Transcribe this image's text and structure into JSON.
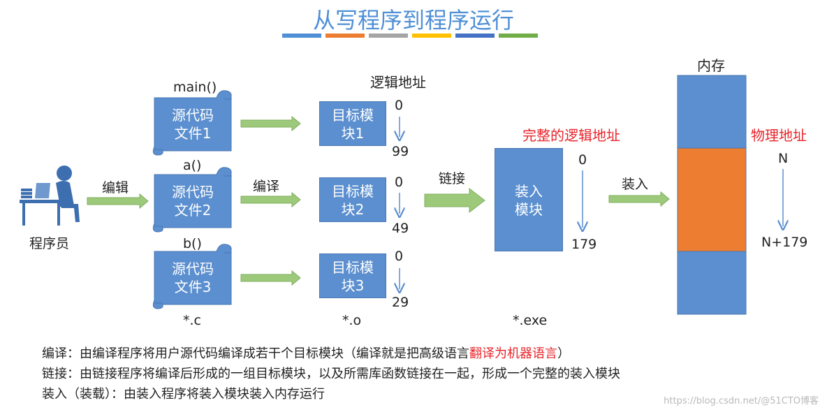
{
  "title": "从写程序到程序运行",
  "title_bar_colors": [
    "#4f8fd6",
    "#ec7d31",
    "#a5a5a5",
    "#ffc000",
    "#4472c4",
    "#70ad47"
  ],
  "programmer": {
    "label": "程序员",
    "icon": "programmer-at-desk-icon"
  },
  "step_labels": {
    "edit": "编辑",
    "compile": "编译",
    "link": "链接",
    "load": "装入"
  },
  "source_files": [
    {
      "func": "main()",
      "name_line1": "源代码",
      "name_line2": "文件1"
    },
    {
      "func": "a()",
      "name_line1": "源代码",
      "name_line2": "文件2"
    },
    {
      "func": "b()",
      "name_line1": "源代码",
      "name_line2": "文件3"
    }
  ],
  "object_modules": [
    {
      "line1": "目标模",
      "line2": "块1",
      "start": "0",
      "end": "99"
    },
    {
      "line1": "目标模",
      "line2": "块2",
      "start": "0",
      "end": "49"
    },
    {
      "line1": "目标模",
      "line2": "块3",
      "start": "0",
      "end": "29"
    }
  ],
  "logical_address_label": "逻辑地址",
  "load_module": {
    "line1": "装入",
    "line2": "模块",
    "start": "0",
    "end": "179"
  },
  "complete_logical_label": "完整的逻辑地址",
  "memory": {
    "label": "内存",
    "physical_label": "物理地址",
    "start": "N",
    "end": "N+179"
  },
  "extensions": {
    "c": "*.c",
    "o": "*.o",
    "exe": "*.exe"
  },
  "descriptions": {
    "compile": "编译：由编译程序将用户源代码编译成若干个目标模块（编译就是把高级语言",
    "compile_highlight": "翻译为机器语言",
    "compile_end": "）",
    "link": "链接：由链接程序将编译后形成的一组目标模块，以及所需库函数链接在一起，形成一个完整的装入模块",
    "load": "装入（装载）：由装入程序将装入模块装入内存运行"
  },
  "watermark": "https://blog.csdn.net/@51CTO博客",
  "colors": {
    "blue": "#5b8fcf",
    "orange": "#ec7d31",
    "arrow_green": "#9dc97a",
    "red": "#e8242a"
  }
}
